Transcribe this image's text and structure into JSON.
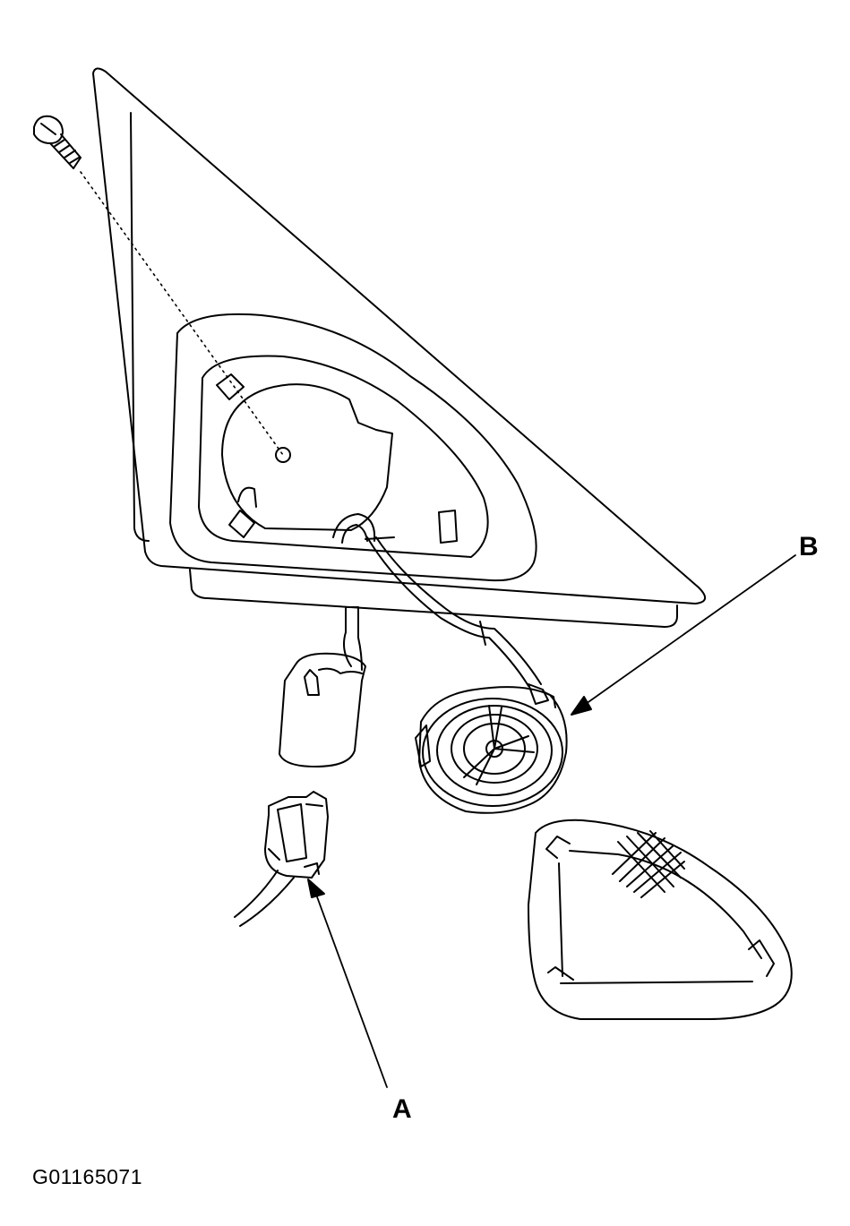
{
  "diagram": {
    "callouts": {
      "a": "A",
      "b": "B"
    },
    "figure_id": "G01165071"
  }
}
